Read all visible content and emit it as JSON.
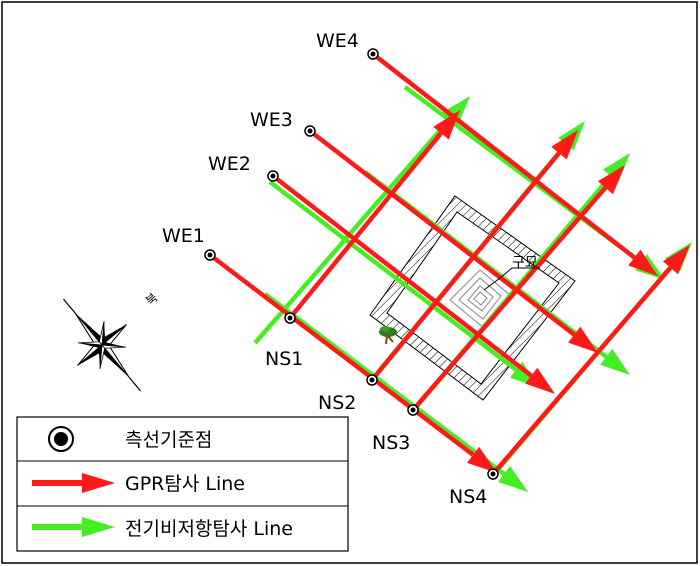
{
  "legend": {
    "items": [
      {
        "text": "측선기준점",
        "kind": "point"
      },
      {
        "text": "GPR탐사 Line",
        "kind": "gpr"
      },
      {
        "text": "전기비저항탐사 Line",
        "kind": "resistivity"
      }
    ]
  },
  "lines": {
    "we": [
      "WE1",
      "WE2",
      "WE3",
      "WE4"
    ],
    "ns": [
      "NS1",
      "NS2",
      "NS3",
      "NS4"
    ]
  },
  "tomb_label": "구묘",
  "north_label": "북",
  "colors": {
    "gpr": "#ff1a1a",
    "resistivity": "#44ee22",
    "frame": "#000000"
  },
  "icons": [
    "compass-rose-icon",
    "tree-icon",
    "survey-point-icon"
  ]
}
